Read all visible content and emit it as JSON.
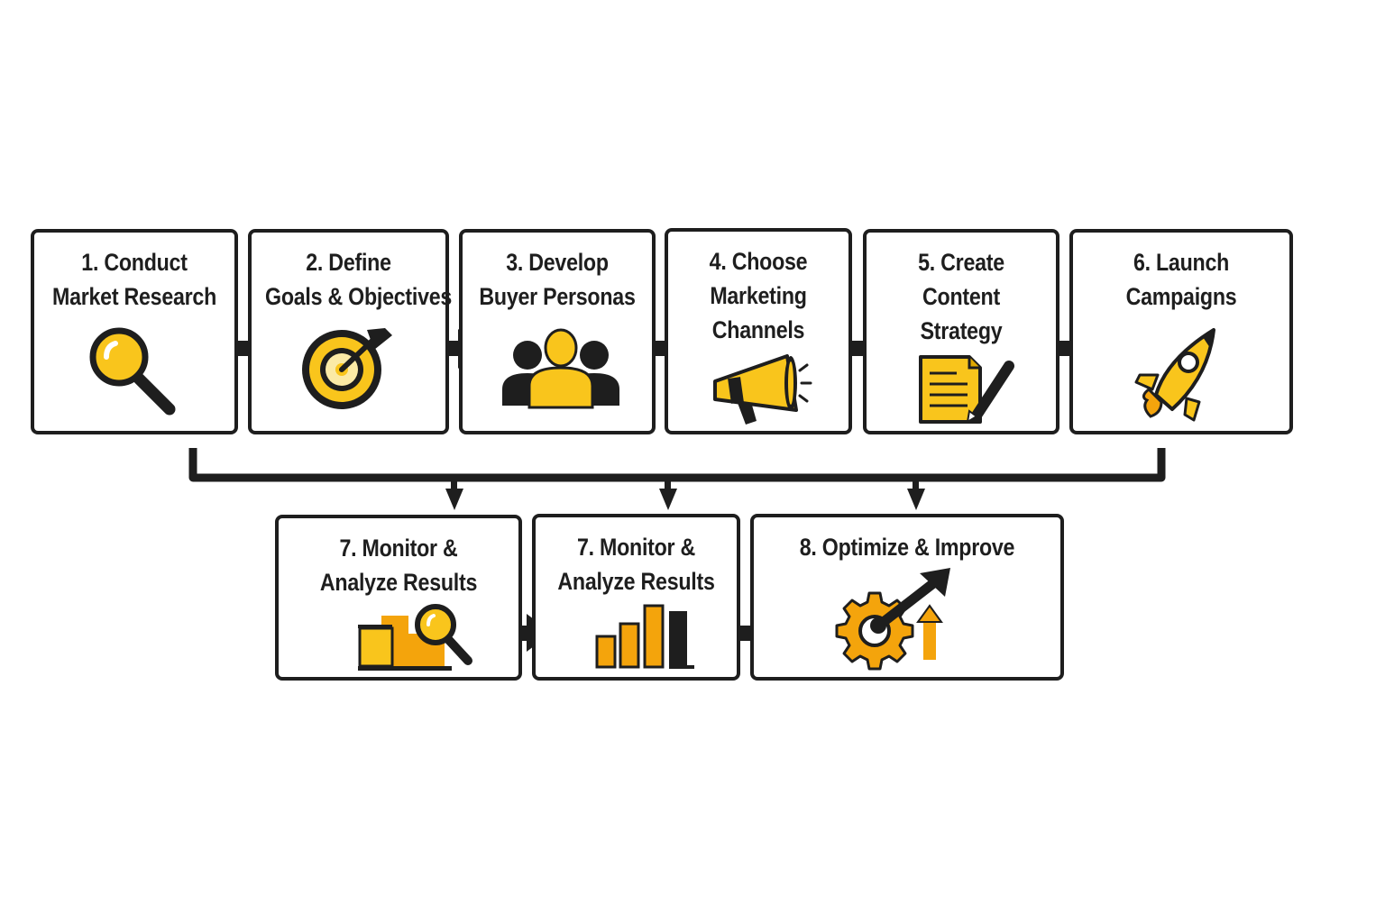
{
  "diagram": {
    "type": "flowchart",
    "colors": {
      "accent_yellow": "#f9c51c",
      "accent_orange": "#f4a40c",
      "ink": "#1e1e1e",
      "background": "#ffffff"
    },
    "steps_row1": [
      {
        "id": "s1",
        "line1": "1. Conduct",
        "line2": "Market Research",
        "line3": "",
        "icon": "magnifying-glass-icon"
      },
      {
        "id": "s2",
        "line1": "2.  Define",
        "line2": "Goals & Objectives",
        "line3": "",
        "icon": "target-dart-icon"
      },
      {
        "id": "s3",
        "line1": "3.  Develop",
        "line2": "Buyer Personas",
        "line3": "",
        "icon": "people-group-icon"
      },
      {
        "id": "s4",
        "line1": "4. Choose",
        "line2": "Marketing",
        "line3": "Channels",
        "icon": "megaphone-icon"
      },
      {
        "id": "s5",
        "line1": "5. Create",
        "line2": "Content",
        "line3": "Strategy",
        "icon": "document-pencil-icon"
      },
      {
        "id": "s6",
        "line1": "6. Launch",
        "line2": "Campaigns",
        "line3": "",
        "icon": "rocket-icon"
      }
    ],
    "steps_row2": [
      {
        "id": "s7a",
        "line1": "7.  Monitor &",
        "line2": "Analyze Results",
        "icon": "chart-magnifier-icon"
      },
      {
        "id": "s7b",
        "line1": "7.  Monitor &",
        "line2": "Analyze Results",
        "icon": "bar-chart-icon"
      },
      {
        "id": "s8",
        "line1": "8.  Optimize & Improve",
        "line2": "",
        "icon": "gear-growth-arrow-icon"
      }
    ],
    "connections": [
      {
        "from": "s1",
        "to": "s2"
      },
      {
        "from": "s2",
        "to": "s3"
      },
      {
        "from": "s3",
        "to": "s4"
      },
      {
        "from": "s4",
        "to": "s5"
      },
      {
        "from": "s5",
        "to": "s6"
      },
      {
        "from": "s1-s6 bus",
        "to": "s7a"
      },
      {
        "from": "s1-s6 bus",
        "to": "s7b"
      },
      {
        "from": "s1-s6 bus",
        "to": "s8"
      },
      {
        "from": "s7a",
        "to": "s7b"
      },
      {
        "from": "s7b",
        "to": "s8"
      }
    ]
  }
}
